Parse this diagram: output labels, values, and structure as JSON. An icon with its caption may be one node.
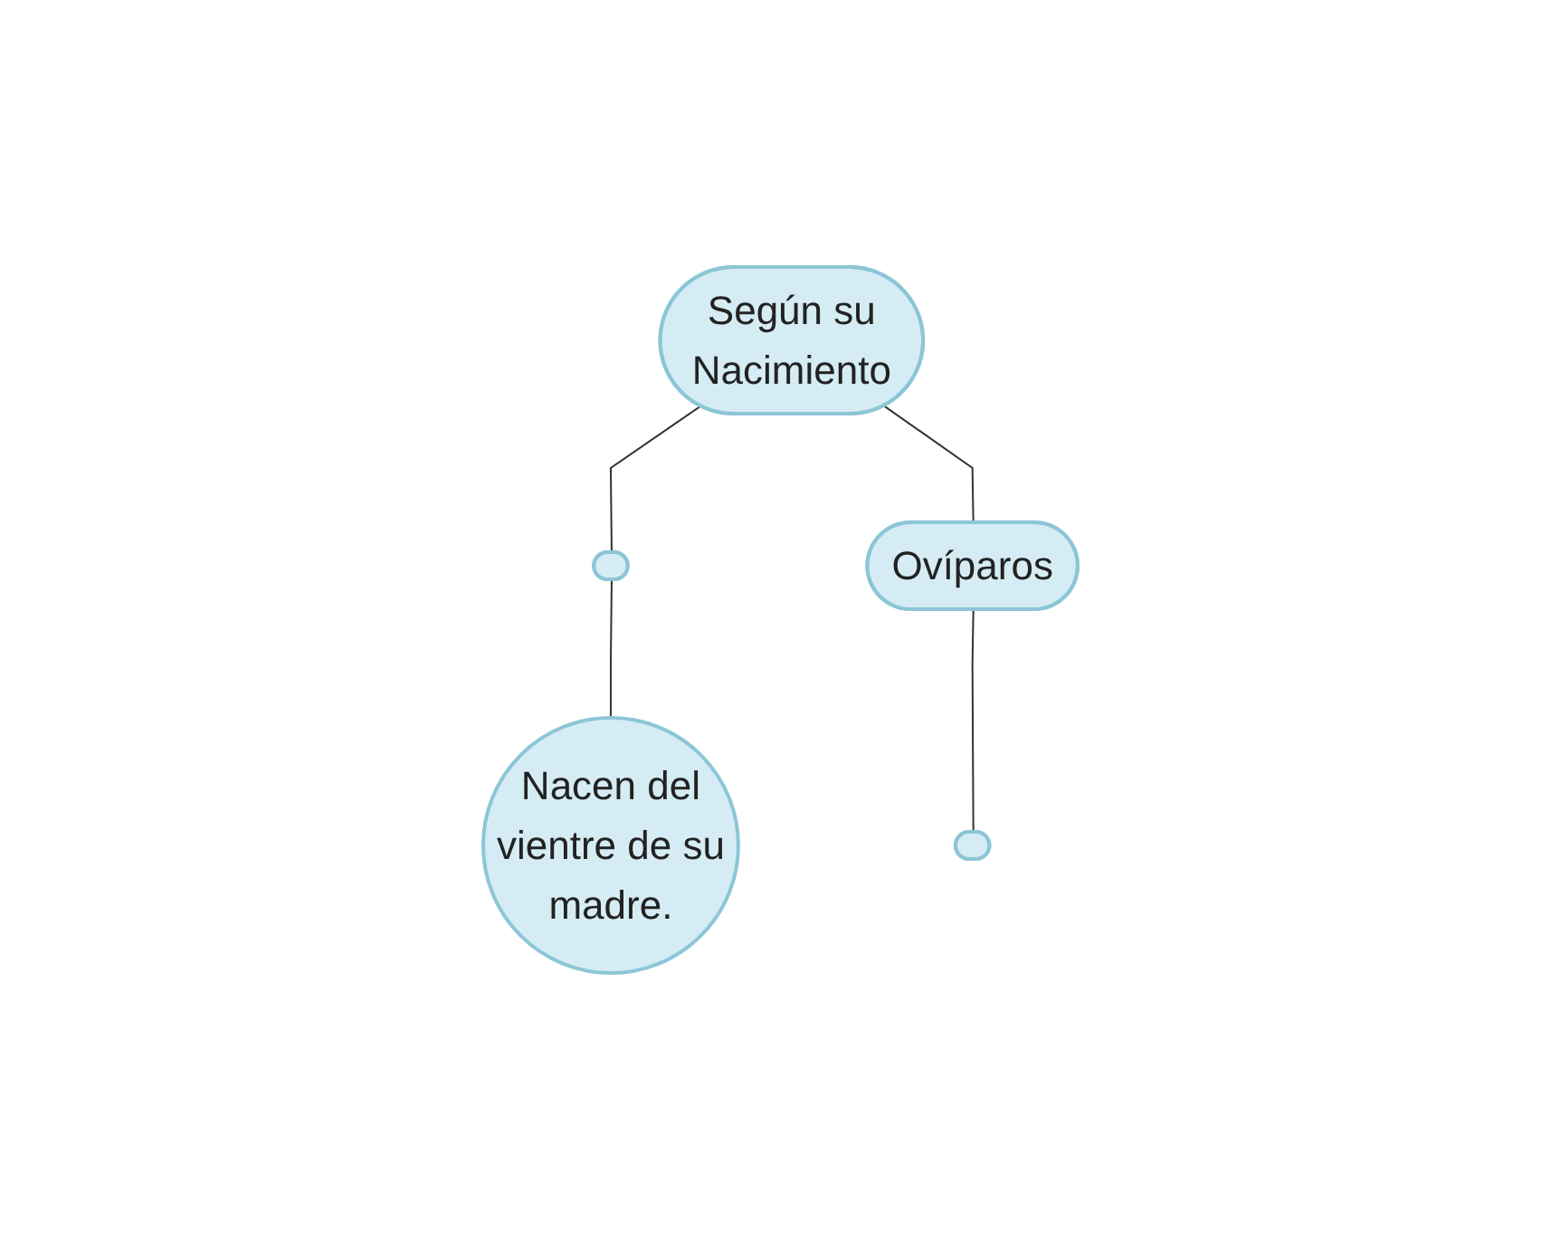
{
  "diagram": {
    "nodes": [
      {
        "text": [
          "Según su Nacimiento"
        ]
      },
      {
        "text": [],
        "shape": "ellipse"
      },
      {
        "text": [
          "Ovíparos"
        ]
      },
      {
        "text": [
          "Nacen del vientre de su madre."
        ]
      },
      {
        "text": [],
        "shape": "ellipse"
      }
    ],
    "edges": [
      {
        "from": 0,
        "to": 1,
        "arrow": "none"
      },
      {
        "from": 0,
        "to": 2,
        "arrow": "none"
      },
      {
        "from": 1,
        "to": 3,
        "arrow": "none"
      },
      {
        "from": 2,
        "to": 4,
        "arrow": "none"
      }
    ]
  }
}
